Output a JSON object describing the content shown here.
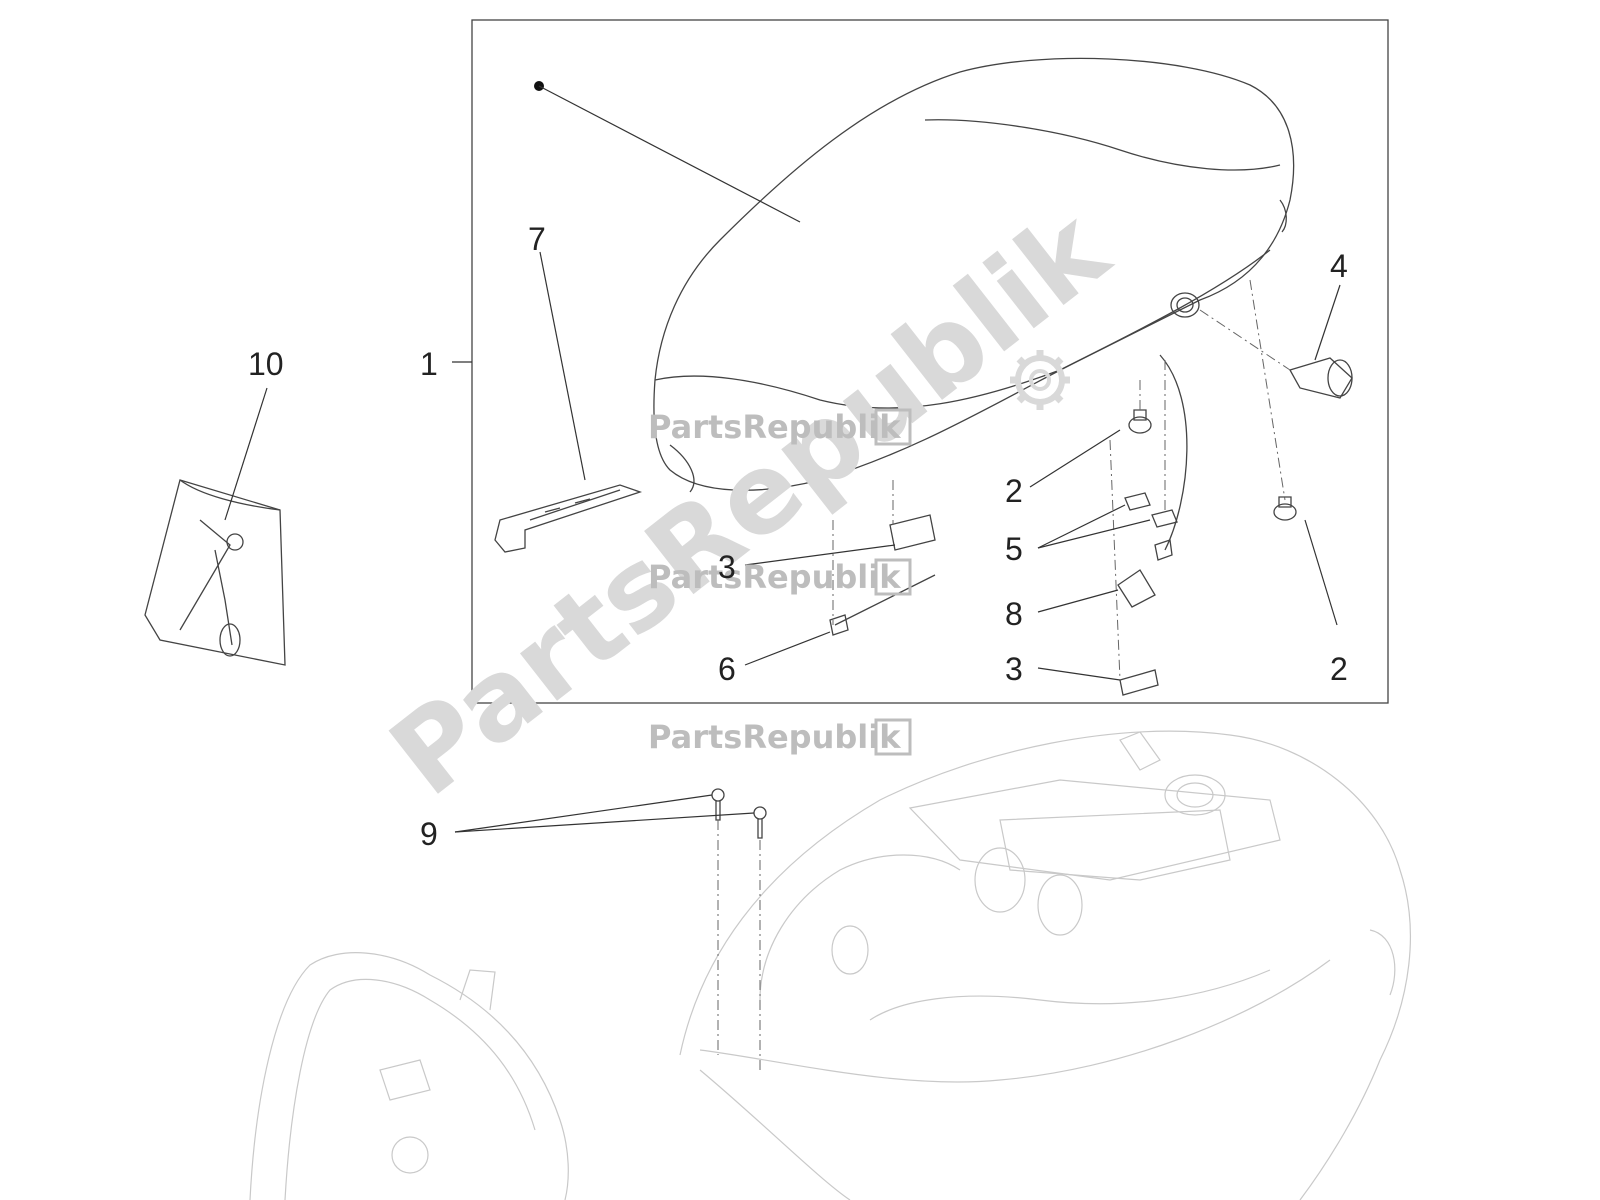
{
  "watermark": {
    "brand": "PartsRepublik",
    "diagonal": "PartsRepublik"
  },
  "callouts": {
    "c1": "1",
    "c2a": "2",
    "c2b": "2",
    "c3a": "3",
    "c3b": "3",
    "c4": "4",
    "c5": "5",
    "c6": "6",
    "c7": "7",
    "c8": "8",
    "c9": "9",
    "c10": "10"
  },
  "icons": {
    "gear": "gear-icon"
  },
  "colors": {
    "line": "#333333",
    "watermark": "#d9d9d9",
    "faint_body": "#c9c9c9"
  }
}
